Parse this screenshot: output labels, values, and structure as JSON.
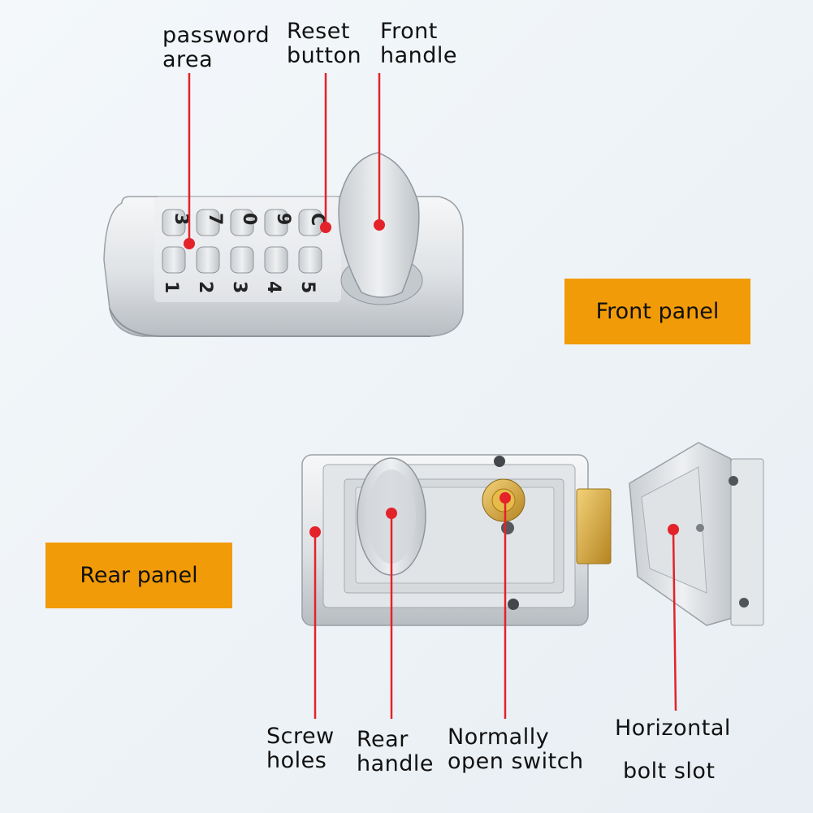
{
  "colors": {
    "pointer": "#e3222a",
    "tag_fill": "#f29b08",
    "metal_light": "#eef0f2",
    "metal_dark": "#a7adb3",
    "brass": "#d4a431"
  },
  "front": {
    "tag": "Front panel",
    "callouts": {
      "password_area": "password\narea",
      "reset_button": "Reset\nbutton",
      "front_handle": "Front\nhandle"
    },
    "keypad": {
      "top_row": [
        "3",
        "7",
        "0",
        "9",
        "C"
      ],
      "bottom_row": [
        "1",
        "2",
        "3",
        "4",
        "5"
      ]
    }
  },
  "rear": {
    "tag": "Rear panel",
    "callouts": {
      "screw_holes": "Screw\nholes",
      "rear_handle": "Rear\nhandle",
      "normally_open_switch": "Normally\nopen switch",
      "bolt_slot_line1": "Horizontal",
      "bolt_slot_line2": "bolt slot"
    }
  }
}
